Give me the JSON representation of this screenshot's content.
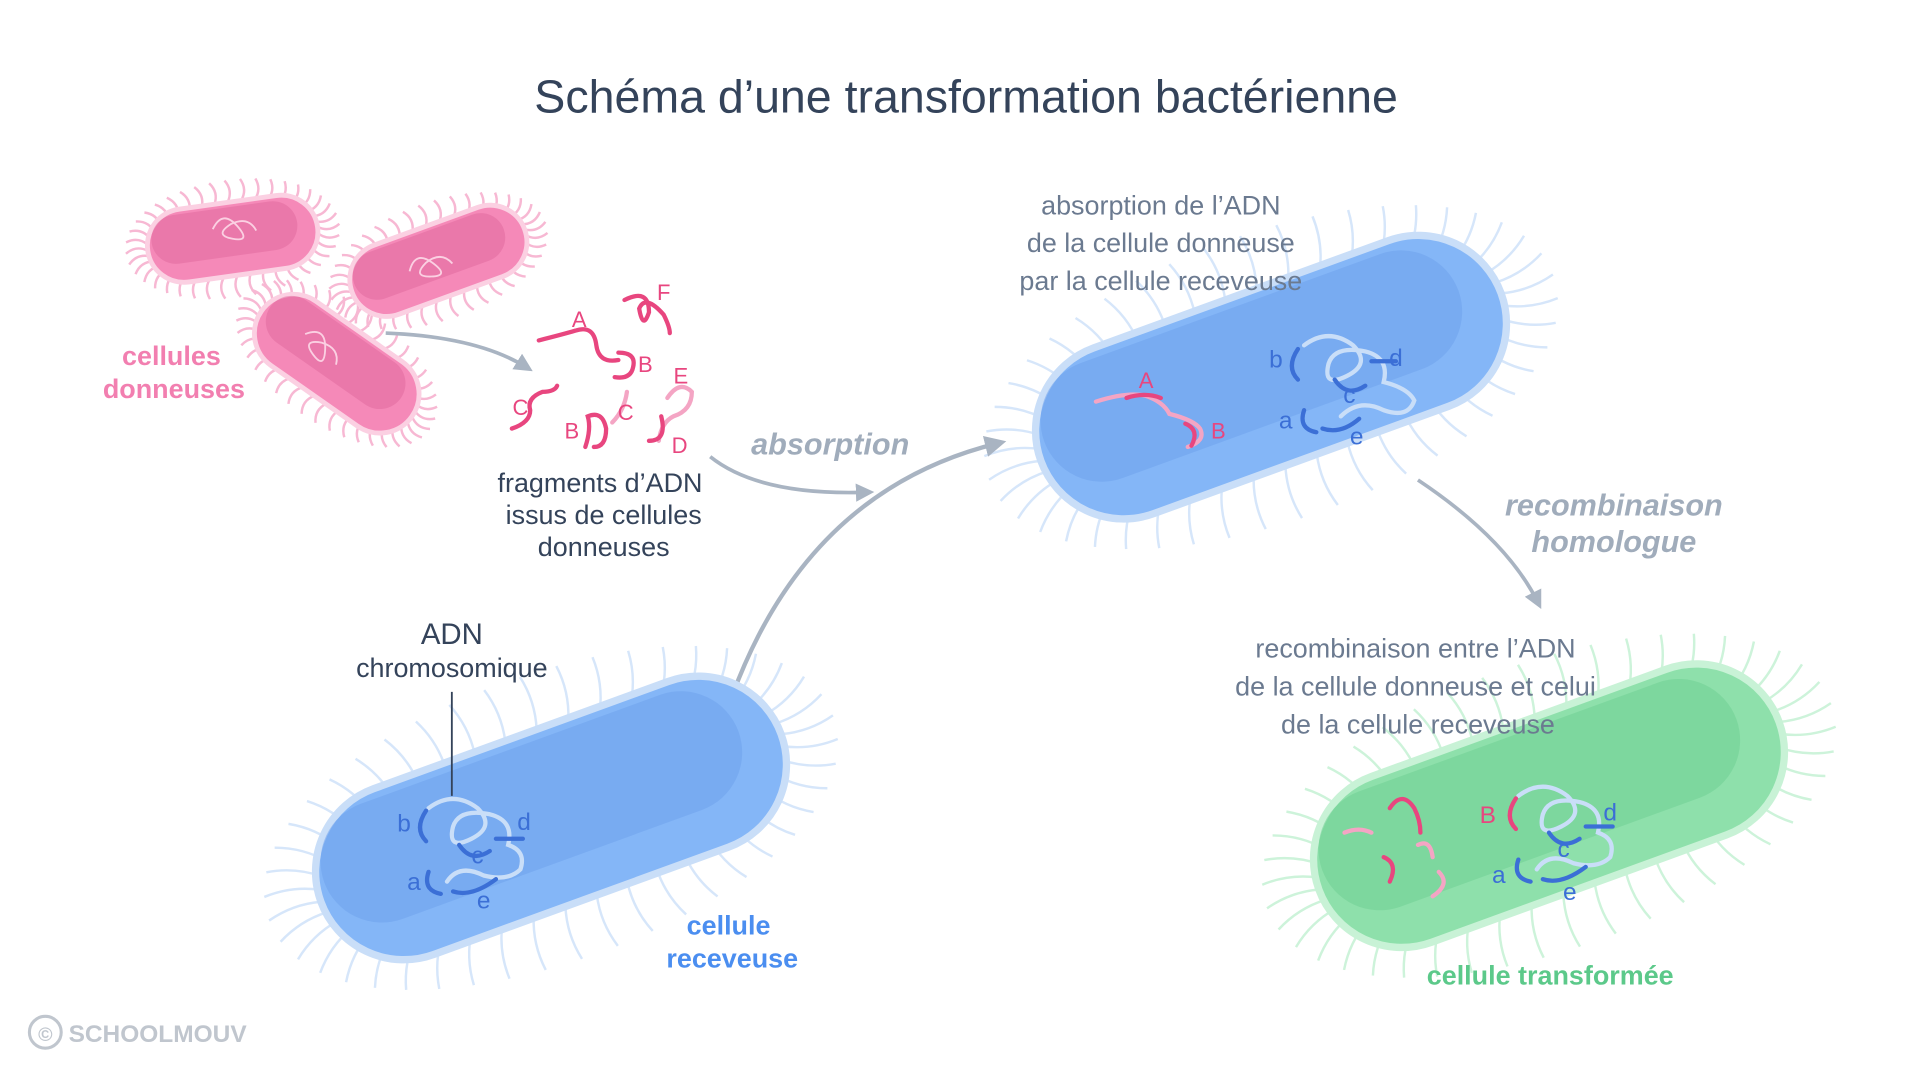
{
  "title": "Schéma d’une transformation bactérienne",
  "donor": {
    "label_line1": "cellules",
    "label_line2": "donneuses",
    "fragments_caption": [
      "fragments d’ADN",
      "issus de cellules",
      "donneuses"
    ],
    "fragment_letters": [
      "A",
      "F",
      "B",
      "E",
      "C",
      "B",
      "C",
      "D"
    ]
  },
  "step_absorption": "absorption",
  "receiver": {
    "dna_label": [
      "ADN",
      "chromosomique"
    ],
    "letters": [
      "b",
      "d",
      "c",
      "a",
      "e"
    ],
    "label_line1": "cellule",
    "label_line2": "receveuse"
  },
  "absorbed": {
    "caption": [
      "absorption de l’ADN",
      "de la cellule donneuse",
      "par la cellule receveuse"
    ],
    "donor_letters": [
      "A",
      "B"
    ],
    "letters": [
      "b",
      "d",
      "c",
      "a",
      "e"
    ]
  },
  "step_recombination": [
    "recombinaison",
    "homologue"
  ],
  "transformed": {
    "caption": [
      "recombinaison entre l’ADN",
      "de la cellule donneuse et celui",
      "de la cellule receveuse"
    ],
    "donor_letter": "B",
    "letters": [
      "d",
      "c",
      "a",
      "e"
    ],
    "label": "cellule transformée"
  },
  "logo": {
    "symbol": "©",
    "text": "SCHOOLMOUV"
  },
  "colors": {
    "pink": "#f589b8",
    "blue": "#84b6f7",
    "green": "#8ee0ab",
    "arrow": "#a9b4c2",
    "text": "#34435a"
  }
}
